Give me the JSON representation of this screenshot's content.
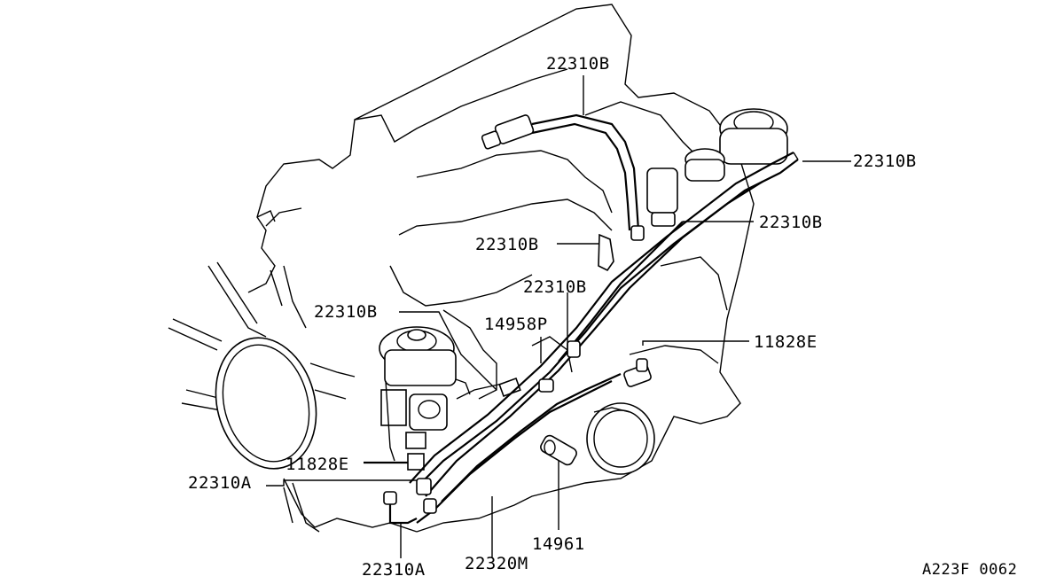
{
  "diagram": {
    "drawing_code": "A223F 0062",
    "labels": {
      "top_22310B": "22310B",
      "right_top_22310B": "22310B",
      "right_mid_22310B": "22310B",
      "left_mid_22310B": "22310B",
      "center_22310B": "22310B",
      "left_lower_22310B": "22310B",
      "p_14958P": "14958P",
      "right_11828E": "11828E",
      "left_11828E": "11828E",
      "left_22310A": "22310A",
      "bottom_22310A": "22310A",
      "bottom_22320M": "22320M",
      "bottom_14961": "14961"
    }
  }
}
